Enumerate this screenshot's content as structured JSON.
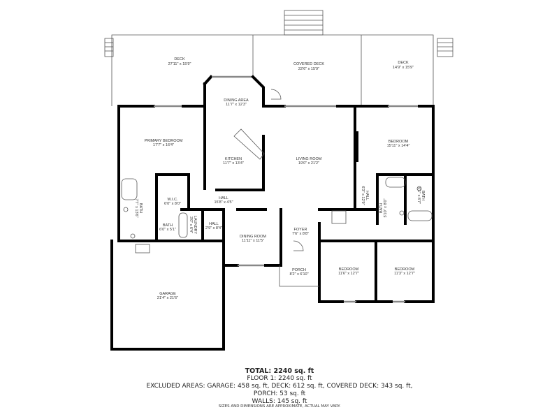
{
  "rooms": {
    "deck_left": {
      "name": "DECK",
      "size": "27'11\" x 15'9\""
    },
    "covered_deck": {
      "name": "COVERED DECK",
      "size": "22'6\" x 15'9\""
    },
    "deck_right": {
      "name": "DECK",
      "size": "14'9\" x 15'9\""
    },
    "dining_area": {
      "name": "DINING AREA",
      "size": "11'7\" x 12'3\""
    },
    "primary_bedroom": {
      "name": "PRIMARY BEDROOM",
      "size": "17'7\" x 16'4\""
    },
    "kitchen": {
      "name": "KITCHEN",
      "size": "11'7\" x 13'4\""
    },
    "living_room": {
      "name": "LIVING ROOM",
      "size": "19'0\" x 21'2\""
    },
    "bedroom_ne": {
      "name": "BEDROOM",
      "size": "15'11\" x 14'4\""
    },
    "wic": {
      "name": "W.I.C.",
      "size": "6'0\" x 8'0\""
    },
    "hall_main": {
      "name": "HALL",
      "size": "15'8\" x 4'5\""
    },
    "hall_east": {
      "name": "HALL",
      "size": "6'3\" x 12'9\""
    },
    "bath_primary": {
      "name": "BATH",
      "size": "7'7\" x 13'6\""
    },
    "bath_small": {
      "name": "BATH",
      "size": "6'0\" x 5'1\""
    },
    "laundry": {
      "name": "LAUNDRY",
      "size": "3'0\" x 6'4\""
    },
    "hall_small": {
      "name": "HALL",
      "size": "2'9\" x 8'4\""
    },
    "dining_room": {
      "name": "DINING ROOM",
      "size": "11'11\" x 11'5\""
    },
    "foyer": {
      "name": "FOYER",
      "size": "7'6\" x 8'8\""
    },
    "porch": {
      "name": "PORCH",
      "size": "8'2\" x 6'10\""
    },
    "bedroom_s1": {
      "name": "BEDROOM",
      "size": "11'6\" x 12'7\""
    },
    "bedroom_s2": {
      "name": "BEDROOM",
      "size": "11'3\" x 12'7\""
    },
    "bath_east1": {
      "name": "BATH",
      "size": "5'10\" x 8'0\""
    },
    "bath_east2": {
      "name": "BATH",
      "size": "5'1\" x 8'7\""
    },
    "garage": {
      "name": "GARAGE",
      "size": "21'4\" x 21'6\""
    }
  },
  "summary": {
    "total": "TOTAL: 2240 sq. ft",
    "floor1": "FLOOR 1: 2240 sq. ft",
    "excluded": "EXCLUDED AREAS: GARAGE: 458 sq. ft, DECK: 612 sq. ft, COVERED DECK: 343 sq. ft,",
    "porch": "PORCH: 53 sq. ft",
    "walls": "WALLS: 145 sq. ft",
    "disclaimer": "SIZES AND DIMENSIONS ARE APPROXIMATE, ACTUAL MAY VARY."
  }
}
